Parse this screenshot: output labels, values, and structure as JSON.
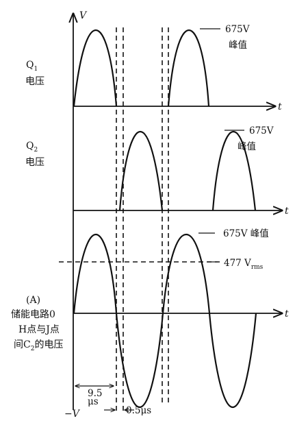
{
  "axes": {
    "v_top": "V",
    "v_bottom": "−V",
    "t": "t"
  },
  "panels": {
    "q1": {
      "label_line1": "Q",
      "label_sub": "1",
      "label_line2": "电压",
      "peak_value": "675V",
      "peak_word": "峰值"
    },
    "q2": {
      "label_line1": "Q",
      "label_sub": "2",
      "label_line2": "电压",
      "peak_value": "675V",
      "peak_word": "峰值"
    },
    "hj": {
      "label_line1": "(A)",
      "label_line2": "储能电路0",
      "label_line3": "H点与J点",
      "label_line4a": "间C",
      "label_sub": "2",
      "label_line4b": "的电压",
      "peak_text": "675V 峰值",
      "rms_value": "477 V",
      "rms_sub": "rms"
    }
  },
  "timing": {
    "interval_value": "9.5",
    "interval_unit": "μs",
    "deadtime": "0.5μs"
  }
}
